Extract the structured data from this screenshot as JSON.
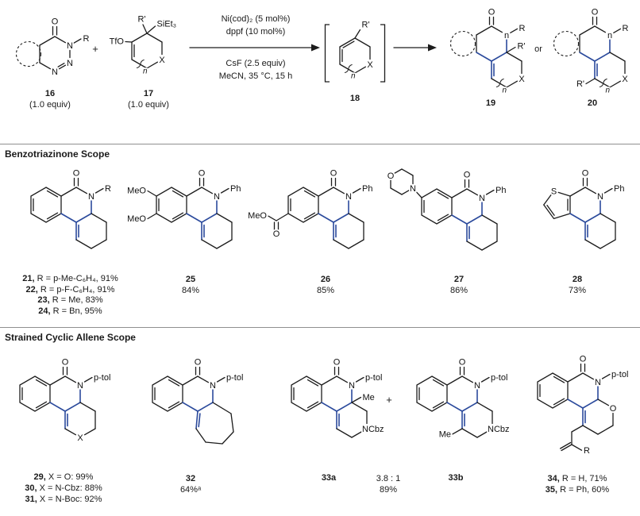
{
  "colors": {
    "highlight-bond": "#2b4a9c",
    "ink": "#1a1a1a"
  },
  "scheme": {
    "c16": {
      "num": "16",
      "equiv": "(1.0 equiv)",
      "o": "O",
      "n1": "N",
      "n2": "N",
      "n3": "N",
      "r": "R"
    },
    "plus": "+",
    "c17": {
      "num": "17",
      "equiv": "(1.0 equiv)",
      "tfo": "TfO",
      "rp": "R'",
      "si": "SiEt₃",
      "x": "X",
      "n": "n"
    },
    "cond": {
      "l1": "Ni(cod)₂ (5 mol%)",
      "l2": "dppf (10 mol%)",
      "l3": "CsF (2.5 equiv)",
      "l4": "MeCN, 35 °C, 15 h"
    },
    "c18": {
      "num": "18",
      "rp": "R'",
      "x": "X",
      "n": "n"
    },
    "or": "or",
    "c19": {
      "num": "19",
      "o": "O",
      "n": "n",
      "r": "R",
      "rp": "R'",
      "x": "X"
    },
    "c20": {
      "num": "20",
      "o": "O",
      "n": "n",
      "r": "R",
      "rp": "R'",
      "x": "X"
    }
  },
  "benzo": {
    "title": "Benzotriazinone Scope",
    "s21": {
      "o": "O",
      "n": "N",
      "r": "R",
      "l1b": "21,",
      "l1t": " R = p-Me-C₆H₄, 91%",
      "l2b": "22,",
      "l2t": " R = p-F-C₆H₄, 91%",
      "l3b": "23,",
      "l3t": " R = Me, 83%",
      "l4b": "24,",
      "l4t": " R = Bn, 95%"
    },
    "s25": {
      "num": "25",
      "yield": "84%",
      "o": "O",
      "n": "N",
      "r": "Ph",
      "meo1": "MeO",
      "meo2": "MeO"
    },
    "s26": {
      "num": "26",
      "yield": "85%",
      "o": "O",
      "n": "N",
      "r": "Ph",
      "meo": "MeO",
      "oe": "O"
    },
    "s27": {
      "num": "27",
      "yield": "86%",
      "o": "O",
      "n": "N",
      "r": "Ph",
      "mn": "N",
      "mo": "O"
    },
    "s28": {
      "num": "28",
      "yield": "73%",
      "o": "O",
      "n": "N",
      "r": "Ph",
      "s": "S"
    }
  },
  "allene": {
    "title": "Strained Cyclic Allene Scope",
    "plus": "+",
    "ratio": "3.8 : 1",
    "yield33": "89%",
    "s29": {
      "o": "O",
      "n": "N",
      "r": "p-tol",
      "x": "X",
      "l1b": "29,",
      "l1t": " X = O: 99%",
      "l2b": "30,",
      "l2t": " X = N-Cbz: 88%",
      "l3b": "31,",
      "l3t": " X = N-Boc: 92%"
    },
    "s32": {
      "num": "32",
      "yield": "64%ᵃ",
      "o": "O",
      "n": "N",
      "r": "p-tol"
    },
    "s33a": {
      "num": "33a",
      "o": "O",
      "n": "N",
      "r": "p-tol",
      "me": "Me",
      "ncbz": "NCbz"
    },
    "s33b": {
      "num": "33b",
      "o": "O",
      "n": "N",
      "r": "p-tol",
      "me": "Me",
      "ncbz": "NCbz"
    },
    "s34": {
      "o": "O",
      "n": "N",
      "r": "p-tol",
      "ox": "O",
      "rsub": "R",
      "l1b": "34,",
      "l1t": " R = H, 71%",
      "l2b": "35,",
      "l2t": " R = Ph, 60%"
    }
  }
}
